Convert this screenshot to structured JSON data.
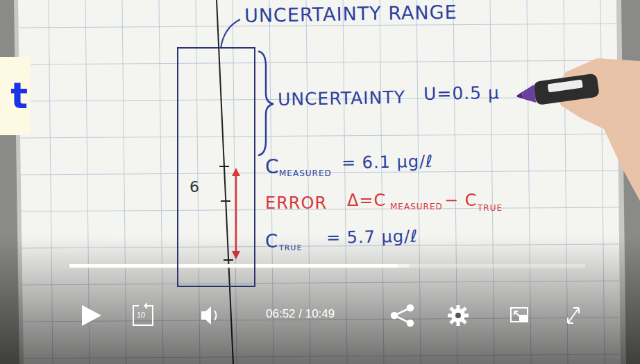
{
  "diagram": {
    "nodes": [
      {
        "text": [
          "t"
        ]
      },
      {
        "text": [
          "6"
        ]
      }
    ],
    "labels": [
      "UNCERTAINTY RANGE",
      "UNCERTAINTY",
      "U=0.5 µ",
      "C",
      "MEASURED",
      "= 6.1 µg/ℓ",
      "ERROR",
      "Δ=C",
      "MEASURED",
      "− C",
      "TRUE",
      "C",
      "TRUE",
      "= 5.7 µg/ℓ",
      "10",
      "06:52 / 10:49"
    ]
  }
}
